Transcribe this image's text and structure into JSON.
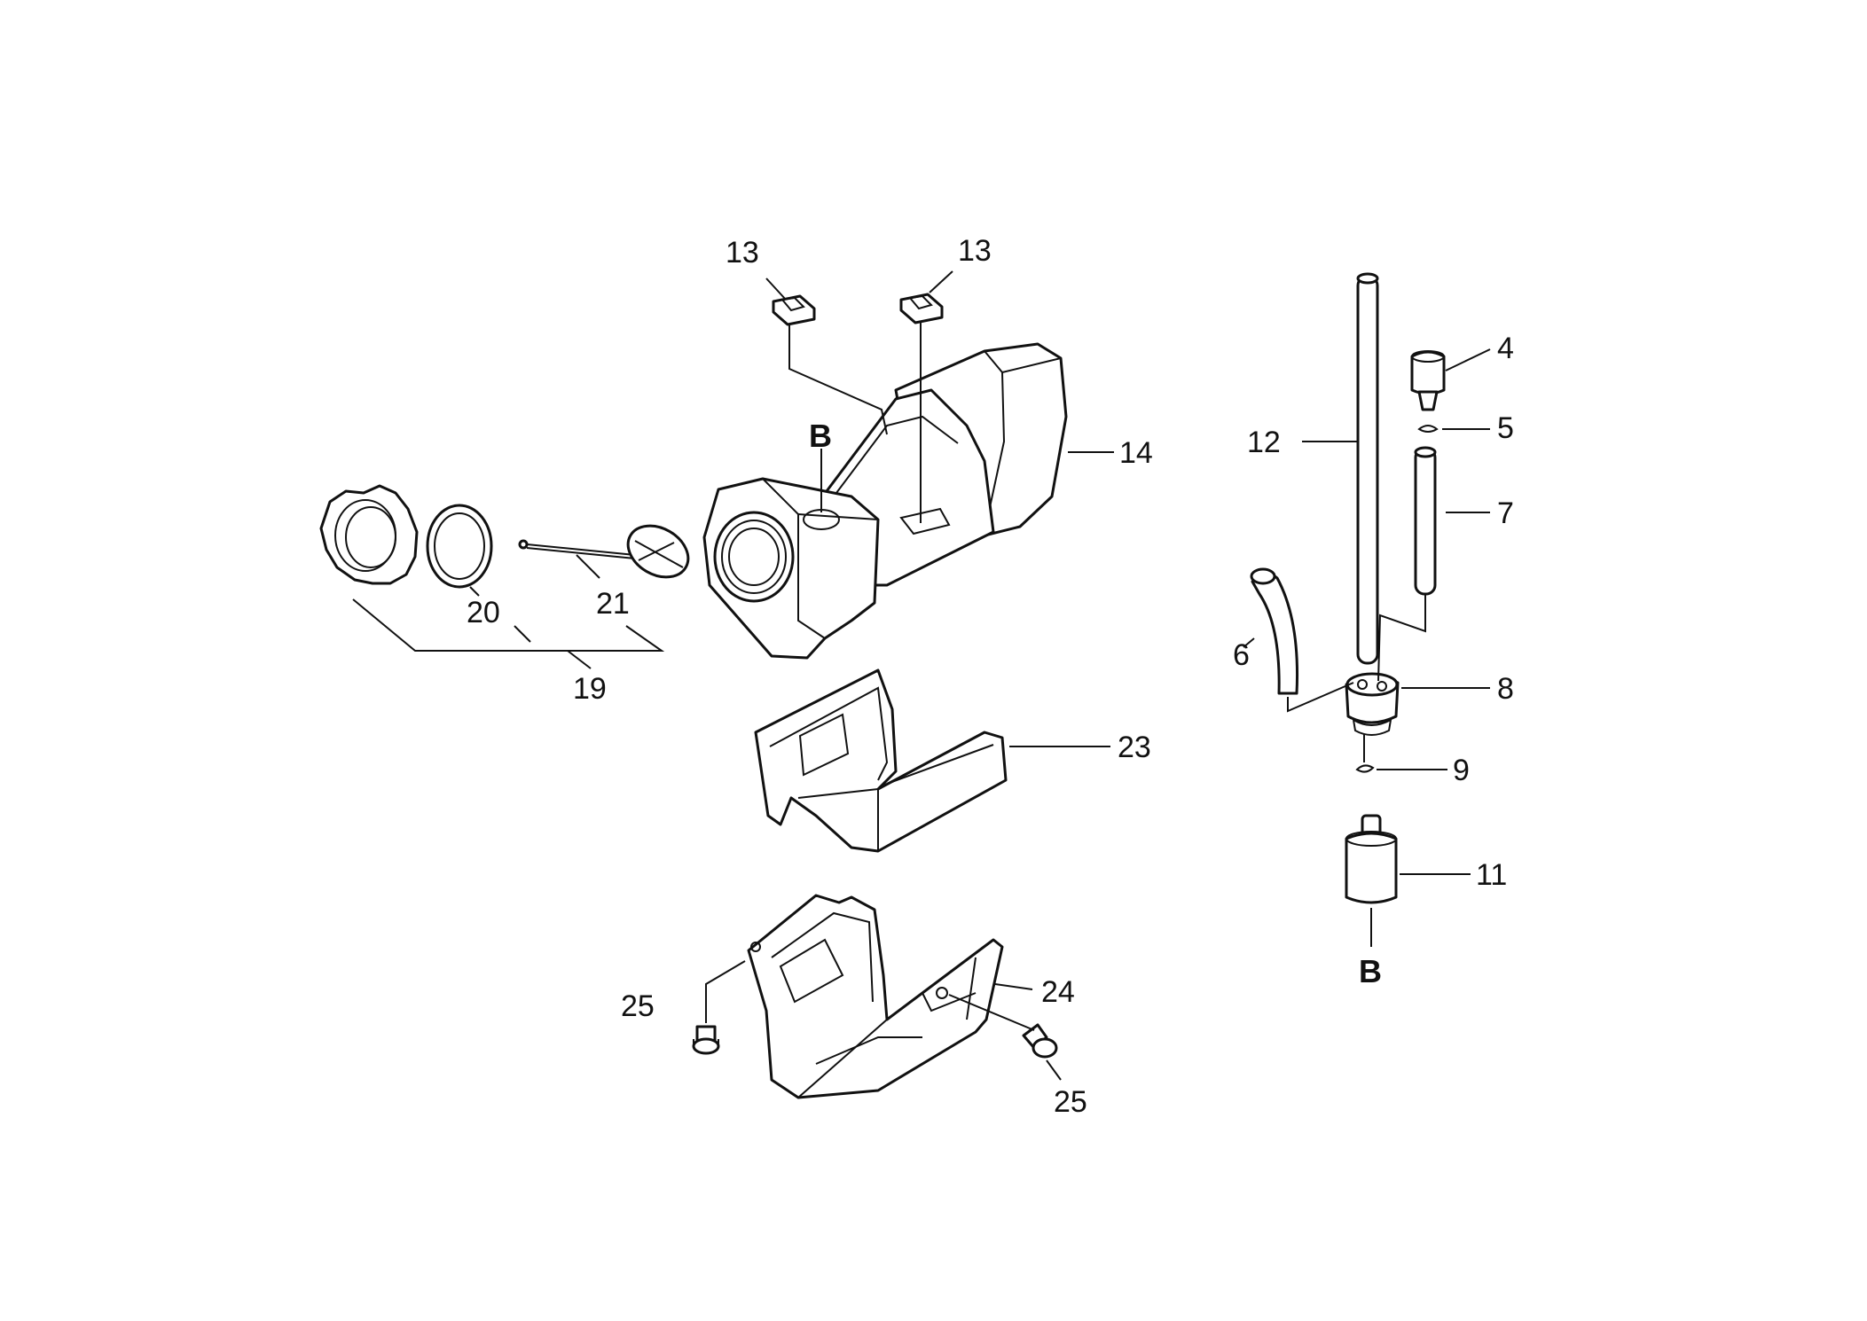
{
  "callouts": {
    "p4": "4",
    "p5": "5",
    "p6": "6",
    "p7": "7",
    "p8": "8",
    "p9": "9",
    "p11": "11",
    "p12": "12",
    "p13a": "13",
    "p13b": "13",
    "p14": "14",
    "p19": "19",
    "p20": "20",
    "p21": "21",
    "p23": "23",
    "p24": "24",
    "p25a": "25",
    "p25b": "25",
    "refB_top": "B",
    "refB_bottom": "B"
  }
}
